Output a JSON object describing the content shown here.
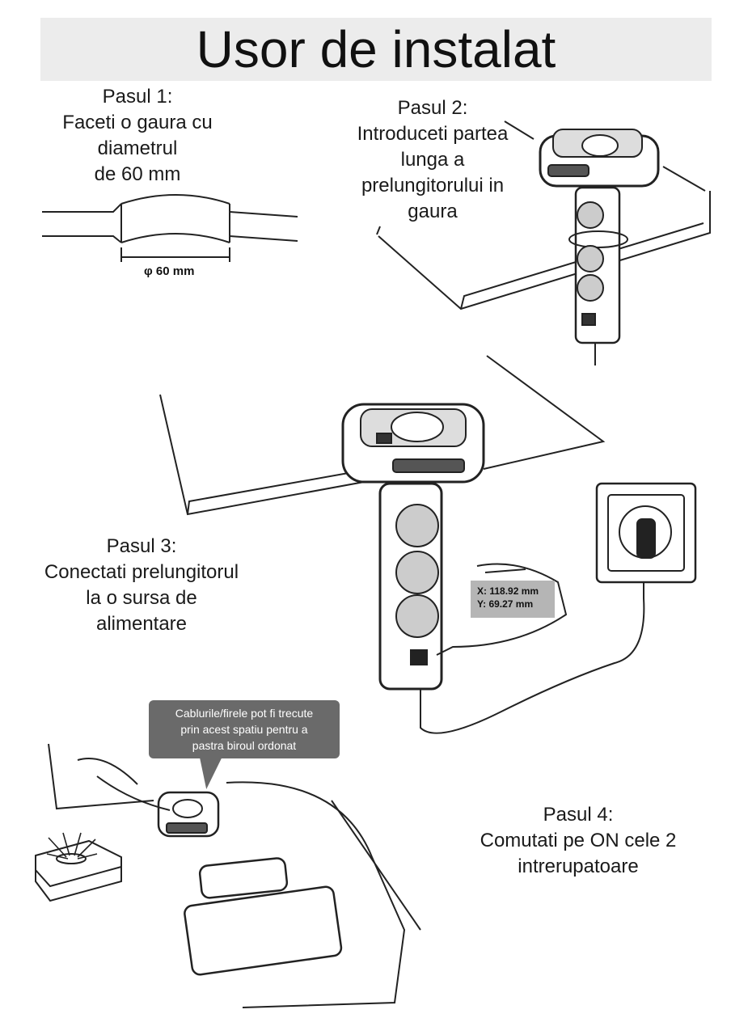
{
  "title": "Usor de instalat",
  "steps": [
    {
      "heading": "Pasul 1:",
      "lines": [
        "Faceti o gaura cu",
        "diametrul",
        "de 60 mm"
      ]
    },
    {
      "heading": "Pasul 2:",
      "lines": [
        "Introduceti partea",
        "lunga a",
        "prelungitorului in",
        "gaura"
      ]
    },
    {
      "heading": "Pasul 3:",
      "lines": [
        "Conectati prelungitorul",
        "la o sursa de",
        "alimentare"
      ]
    },
    {
      "heading": "Pasul 4:",
      "lines": [
        "Comutati pe ON cele 2",
        "intrerupatoare"
      ]
    }
  ],
  "diagram": {
    "dimension_label": "φ 60 mm"
  },
  "measure_tooltip": {
    "x": "X: 118.92 mm",
    "y": "Y: 69.27 mm"
  },
  "callout": {
    "lines": [
      "Cablurile/firele pot fi trecute",
      "prin acest spatiu pentru a",
      "pastra biroul ordonat"
    ]
  },
  "colors": {
    "title_bar": "#ececec",
    "callout_bg": "#6a6a6a",
    "tooltip_bg": "#b5b5b5"
  }
}
